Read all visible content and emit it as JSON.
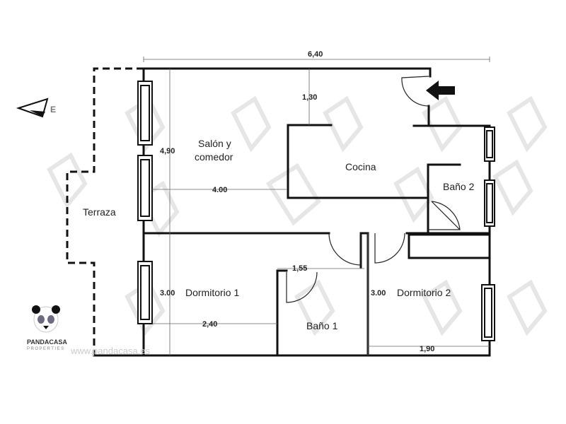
{
  "rooms": {
    "salon": [
      "Salón y",
      "comedor"
    ],
    "cocina": "Cocina",
    "bano2": "Baño 2",
    "terraza": "Terraza",
    "dormitorio1": "Dormitorio 1",
    "bano1": "Baño 1",
    "dormitorio2": "Dormitorio 2"
  },
  "dimensions": {
    "total_width": "6,40",
    "salon_height": "4,90",
    "salon_width": "4.00",
    "kitchen_offset": "1,30",
    "bano1_width": "1,55",
    "dorm1_height": "3.00",
    "dorm1_width": "2,40",
    "dorm2_height": "3.00",
    "dorm2_width": "1,90"
  },
  "compass": {
    "label": "E"
  },
  "logo": {
    "name": "PANDACASA",
    "sub": "PROPERTIES",
    "website": "www.pandacasa.es"
  },
  "colors": {
    "wall": "#111111",
    "text": "#222222"
  }
}
